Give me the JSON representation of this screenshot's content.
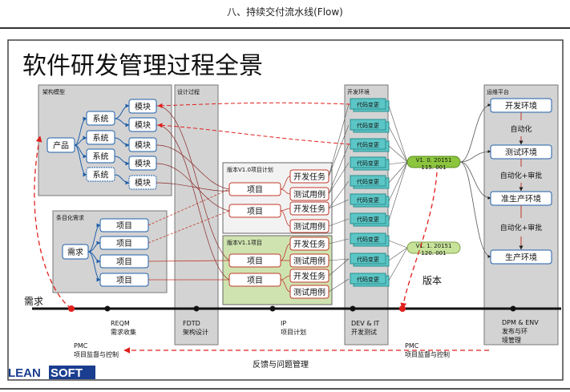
{
  "header": "八、持续交付流水线(Flow)",
  "title": "软件研发管理过程全景",
  "zones": {
    "arch": "架构模型",
    "design": "设计过程",
    "devenv": "开发环境",
    "ops": "运维平台",
    "backlog": "条目化需求",
    "plan1": "版本V1.0项目计划",
    "plan2": "版本V1.1项目"
  },
  "arch_nodes": {
    "product": "产品",
    "systems": [
      "系统",
      "系统",
      "系统",
      "系统"
    ],
    "modules": [
      "模块",
      "模块",
      "模块",
      "模块",
      "模块"
    ]
  },
  "backlog_nodes": {
    "req": "需求",
    "items": [
      "项目",
      "项目",
      "项目",
      "项目"
    ]
  },
  "plan_nodes": {
    "project": "项目",
    "devtask": "开发任务",
    "testcase": "测试用例"
  },
  "code_change": "代码变更",
  "versions": [
    "V1. 0. 20151 115. 001",
    "V1. 1. 20151 120. 001"
  ],
  "version_label": "版本",
  "envs": [
    "开发环境",
    "测试环境",
    "准生产环境",
    "生产环境"
  ],
  "env_arrows": [
    "自动化",
    "自动化+审批",
    "自动化+审批"
  ],
  "timeline": {
    "label": "需求",
    "milestones": [
      {
        "code": "REQM",
        "name": "需求收集"
      },
      {
        "code": "FDTD",
        "name": "架构设计"
      },
      {
        "code": "IP",
        "name": "项目计划"
      },
      {
        "code": "DEV & IT",
        "name": "开发测试"
      },
      {
        "code": "DPM & ENV",
        "name": "发布与环境管理"
      }
    ],
    "pmc_left": {
      "code": "PMC",
      "name": "项目监督与控制"
    },
    "pmc_right": {
      "code": "PMC",
      "name": "项目监督与控制"
    },
    "feedback": "反馈与问题管理"
  },
  "logo": {
    "part1": "LEAN",
    "part2": "SOFT"
  },
  "colors": {
    "panel": "#d3d3d3",
    "node_stroke": "#1f5fa8",
    "task_stroke": "#c0392b",
    "plan1_bg": "#f2f2f2",
    "plan2_bg": "#cfe3b0",
    "code_fill": "#5cc6c6",
    "version_fill": "#8cc63f",
    "dashed": "#e0201c"
  }
}
